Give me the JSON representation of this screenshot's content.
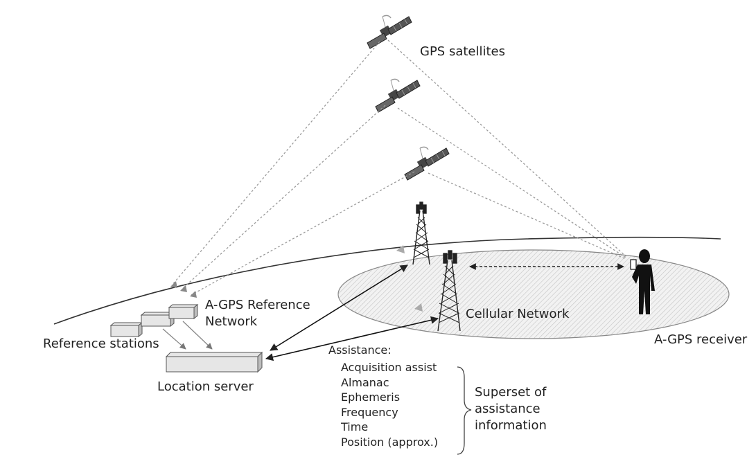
{
  "labels": {
    "gps_satellites": "GPS satellites",
    "reference_network_line1": "A-GPS Reference",
    "reference_network_line2": "Network",
    "reference_stations": "Reference stations",
    "location_server": "Location server",
    "cellular_network": "Cellular Network",
    "agps_receiver": "A-GPS receiver",
    "assistance_heading": "Assistance:"
  },
  "assistance_items": [
    "Acquisition assist",
    "Almanac",
    "Ephemeris",
    "Frequency",
    "Time",
    "Position (approx.)"
  ],
  "superset": [
    "Superset of",
    "assistance",
    "information"
  ]
}
